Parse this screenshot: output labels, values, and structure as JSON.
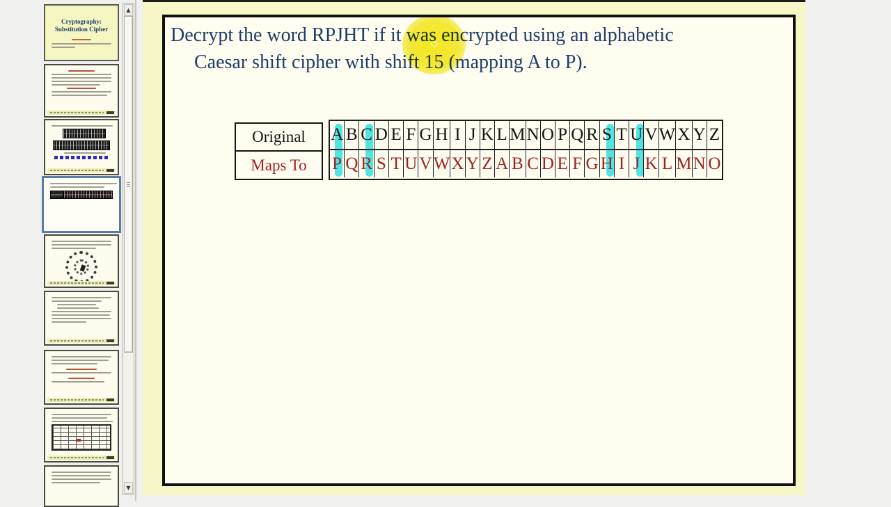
{
  "sidebar": {
    "slide1_title_line1": "Cryptography:",
    "slide1_title_line2": "Substitution Cipher",
    "thumbnail_count": 9,
    "selected_thumbnail_index": 4
  },
  "scrollbar": {
    "up_icon": "▲",
    "down_icon": "▼"
  },
  "slide": {
    "title_line1": "Decrypt the word RPJHT if it was encrypted using an alphabetic",
    "title_line2": "Caesar shift cipher with shift 15 (mapping A to P).",
    "cipher_table": {
      "row_labels": [
        "Original",
        "Maps To"
      ],
      "original": [
        "A",
        "B",
        "C",
        "D",
        "E",
        "F",
        "G",
        "H",
        "I",
        "J",
        "K",
        "L",
        "M",
        "N",
        "O",
        "P",
        "Q",
        "R",
        "S",
        "T",
        "U",
        "V",
        "W",
        "X",
        "Y",
        "Z"
      ],
      "maps_to": [
        "P",
        "Q",
        "R",
        "S",
        "T",
        "U",
        "V",
        "W",
        "X",
        "Y",
        "Z",
        "A",
        "B",
        "C",
        "D",
        "E",
        "F",
        "G",
        "H",
        "I",
        "J",
        "K",
        "L",
        "M",
        "N",
        "O"
      ],
      "highlighted_columns": [
        0,
        2,
        18,
        20
      ],
      "highlighted_pairs": [
        [
          "A",
          "P"
        ],
        [
          "C",
          "R"
        ],
        [
          "S",
          "H"
        ],
        [
          "U",
          "J"
        ]
      ]
    }
  },
  "colors": {
    "highlighter_cyan": "#2fe1e1",
    "spotlight_yellow": "#f4e816",
    "title_navy": "#1e3d6b",
    "maps_to_red": "#9e2222",
    "slide_background": "#fffdf0",
    "canvas_yellow": "#f7f6c6"
  }
}
